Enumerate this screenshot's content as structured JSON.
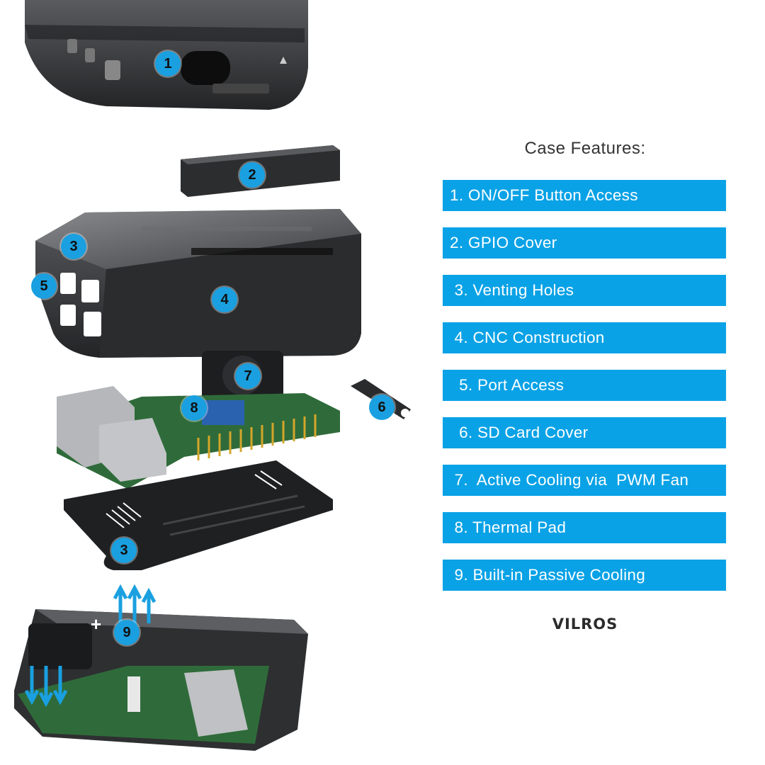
{
  "features": {
    "title": "Case Features:",
    "items": [
      {
        "label": "1. ON/OFF Button Access"
      },
      {
        "label": "2. GPIO Cover"
      },
      {
        "label": " 3. Venting Holes"
      },
      {
        "label": " 4. CNC Construction"
      },
      {
        "label": "  5. Port Access"
      },
      {
        "label": "  6. SD Card Cover"
      },
      {
        "label": " 7.  Active Cooling via  PWM Fan"
      },
      {
        "label": " 8. Thermal Pad"
      },
      {
        "label": " 9. Built-in Passive Cooling"
      }
    ]
  },
  "brand": "VILROS",
  "markers": [
    "1",
    "2",
    "3",
    "4",
    "5",
    "6",
    "7",
    "8",
    "3",
    "9"
  ],
  "fan_plus": "+",
  "colors": {
    "accent": "#0aa2e6",
    "marker": "#1aa0e0",
    "case": "#2e2f31",
    "pcb": "#2f6b3a"
  }
}
